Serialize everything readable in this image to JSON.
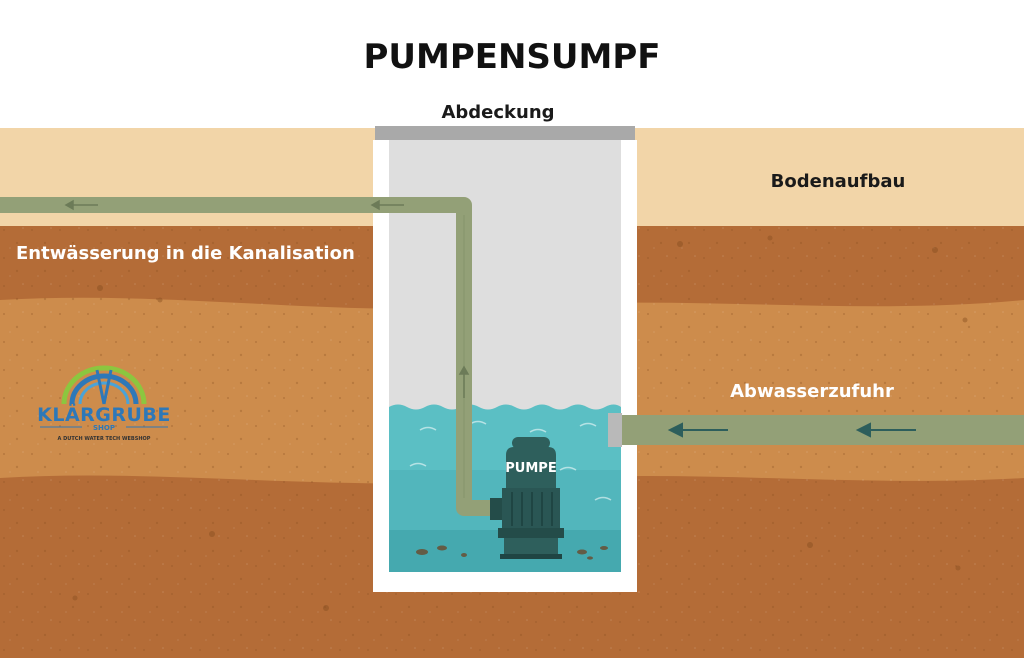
{
  "title": "PUMPENSUMPF",
  "labels": {
    "cover": "Abdeckung",
    "soil_layer": "Bodenaufbau",
    "discharge": "Entwässerung in die Kanalisation",
    "inflow": "Abwasserzufuhr",
    "pump": "PUMPE"
  },
  "logo": {
    "name": "KLÄRGRUBE",
    "shop": "SHOP",
    "tagline": "A DUTCH WATER TECH WEBSHOP"
  },
  "colors": {
    "sand": "#f2d5a8",
    "soil_dark": "#b46c37",
    "soil_light": "#cd8c4c",
    "shaft_wall": "#ffffff",
    "shaft_air": "#dedede",
    "water": "#5bbfc4",
    "pipe": "#93a077",
    "pump": "#2e5f5c",
    "cover": "#a9a9a9"
  },
  "icons": [
    "arrow-left-icon",
    "arrow-up-icon",
    "logo-arc-icon"
  ]
}
